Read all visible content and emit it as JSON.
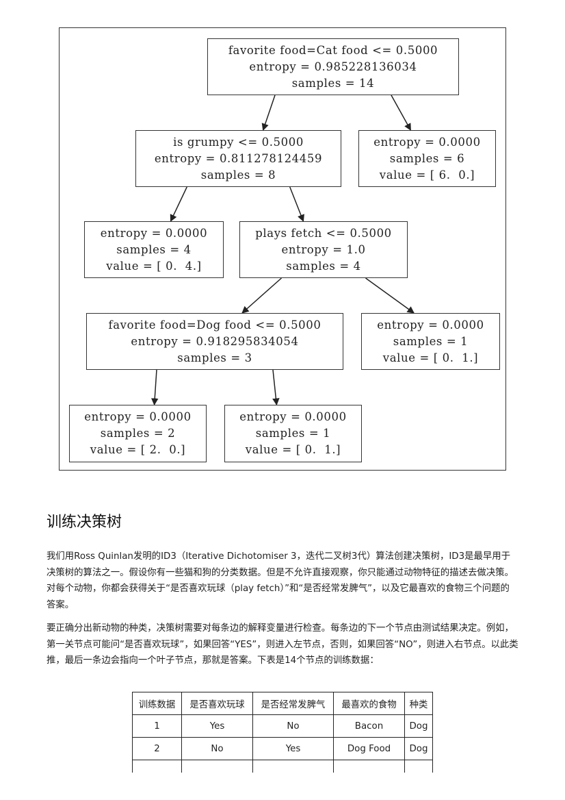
{
  "tree": {
    "nodes": [
      {
        "id": "root",
        "lines": [
          "favorite food=Cat food <= 0.5000",
          "entropy = 0.985228136034",
          "samples = 14"
        ]
      },
      {
        "id": "grumpy",
        "lines": [
          "is grumpy <= 0.5000",
          "entropy = 0.811278124459",
          "samples = 8"
        ]
      },
      {
        "id": "leaf-cat",
        "lines": [
          "entropy = 0.0000",
          "samples = 6",
          "value = [ 6.  0.]"
        ]
      },
      {
        "id": "leaf-4",
        "lines": [
          "entropy = 0.0000",
          "samples = 4",
          "value = [ 0.  4.]"
        ]
      },
      {
        "id": "fetch",
        "lines": [
          "plays fetch <= 0.5000",
          "entropy = 1.0",
          "samples = 4"
        ]
      },
      {
        "id": "dogfood",
        "lines": [
          "favorite food=Dog food <= 0.5000",
          "entropy = 0.918295834054",
          "samples = 3"
        ]
      },
      {
        "id": "leaf-fetch-right",
        "lines": [
          "entropy = 0.0000",
          "samples = 1",
          "value = [ 0.  1.]"
        ]
      },
      {
        "id": "leaf-2",
        "lines": [
          "entropy = 0.0000",
          "samples = 2",
          "value = [ 2.  0.]"
        ]
      },
      {
        "id": "leaf-dog-right",
        "lines": [
          "entropy = 0.0000",
          "samples = 1",
          "value = [ 0.  1.]"
        ]
      }
    ],
    "edges": [
      [
        "root",
        "grumpy"
      ],
      [
        "root",
        "leaf-cat"
      ],
      [
        "grumpy",
        "leaf-4"
      ],
      [
        "grumpy",
        "fetch"
      ],
      [
        "fetch",
        "dogfood"
      ],
      [
        "fetch",
        "leaf-fetch-right"
      ],
      [
        "dogfood",
        "leaf-2"
      ],
      [
        "dogfood",
        "leaf-dog-right"
      ]
    ]
  },
  "section": {
    "heading": "训练决策树",
    "para1": "我们用Ross Quinlan发明的ID3（Iterative Dichotomiser 3，迭代二叉树3代）算法创建决策树，ID3是最早用于决策树的算法之一。假设你有一些猫和狗的分类数据。但是不允许直接观察，你只能通过动物特征的描述去做决策。对每个动物，你都会获得关于“是否喜欢玩球（play fetch）”和“是否经常发脾气”，以及它最喜欢的食物三个问题的答案。",
    "para2": "要正确分出新动物的种类，决策树需要对每条边的解释变量进行检查。每条边的下一个节点由测试结果决定。例如，第一关节点可能问“是否喜欢玩球”，如果回答“YES”，则进入左节点，否则，如果回答“NO”，则进入右节点。以此类推，最后一条边会指向一个叶子节点，那就是答案。下表是14个节点的训练数据："
  },
  "table": {
    "headers": [
      "训练数据",
      "是否喜欢玩球",
      "是否经常发脾气",
      "最喜欢的食物",
      "种类"
    ],
    "rows": [
      [
        "1",
        "Yes",
        "No",
        "Bacon",
        "Dog"
      ],
      [
        "2",
        "No",
        "Yes",
        "Dog Food",
        "Dog"
      ],
      [
        "",
        "",
        "",
        "",
        ""
      ]
    ]
  }
}
